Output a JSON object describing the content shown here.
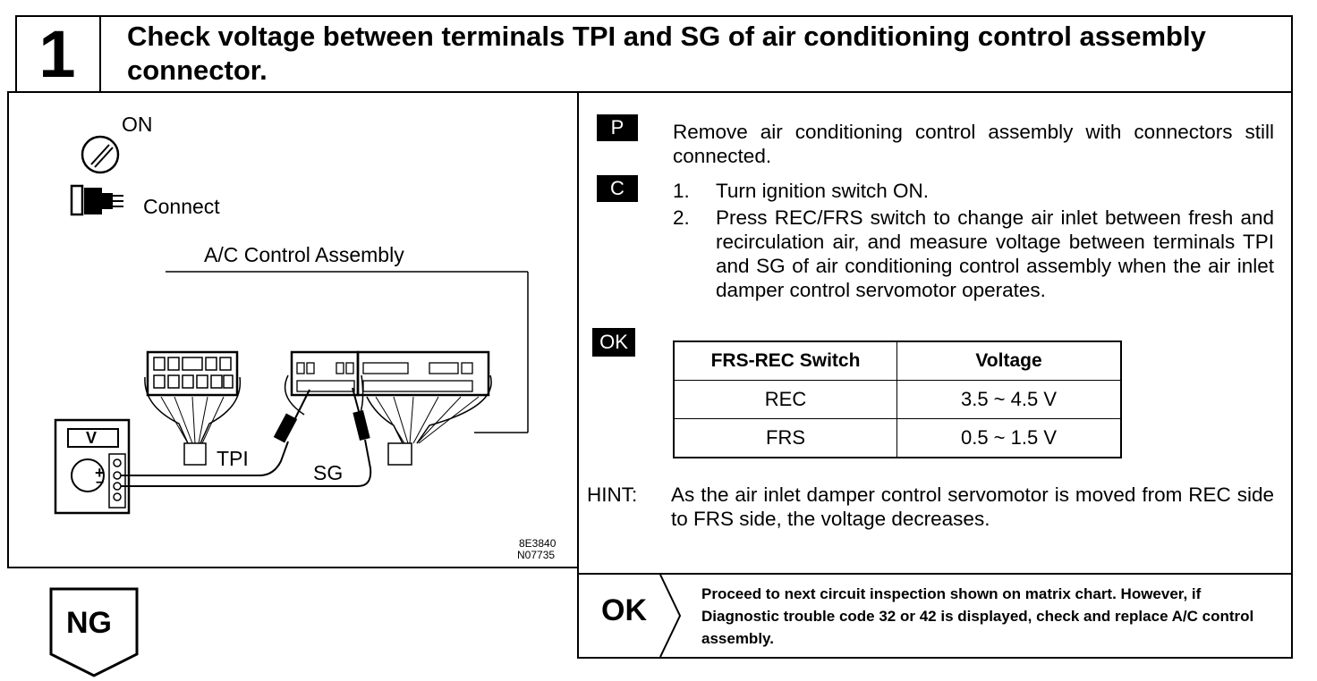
{
  "step": {
    "number": "1",
    "title": "Check voltage between terminals TPI and SG of air conditioning control assembly connector."
  },
  "illustration": {
    "on_label": "ON",
    "connect_label": "Connect",
    "assembly_label": "A/C Control Assembly",
    "voltmeter_label": "V",
    "plus": "+",
    "minus": "−",
    "tpi_label": "TPI",
    "sg_label": "SG",
    "fig_code_1": "8E3840",
    "fig_code_2": "N07735"
  },
  "instructions": {
    "p_badge": "P",
    "p_text": "Remove air conditioning control assembly with connectors still connected.",
    "c_badge": "C",
    "steps": [
      {
        "num": "1.",
        "text": "Turn ignition switch ON."
      },
      {
        "num": "2.",
        "text": "Press REC/FRS switch to change air inlet between fresh and recirculation air, and measure voltage between terminals TPI and SG of air conditioning control assembly when the air inlet damper control servomotor operates."
      }
    ],
    "ok_badge": "OK",
    "table": {
      "headers": [
        "FRS-REC Switch",
        "Voltage"
      ],
      "rows": [
        [
          "REC",
          "3.5 ~ 4.5 V"
        ],
        [
          "FRS",
          "0.5 ~ 1.5 V"
        ]
      ]
    },
    "hint_label": "HINT:",
    "hint_text": "As the air inlet damper control servomotor is moved from REC side to FRS side, the voltage decreases."
  },
  "result_ok": {
    "label": "OK",
    "text": "Proceed to next circuit inspection shown on matrix chart. However, if Diagnostic trouble code 32 or 42 is displayed, check and replace A/C control assembly."
  },
  "result_ng": {
    "label": "NG"
  }
}
